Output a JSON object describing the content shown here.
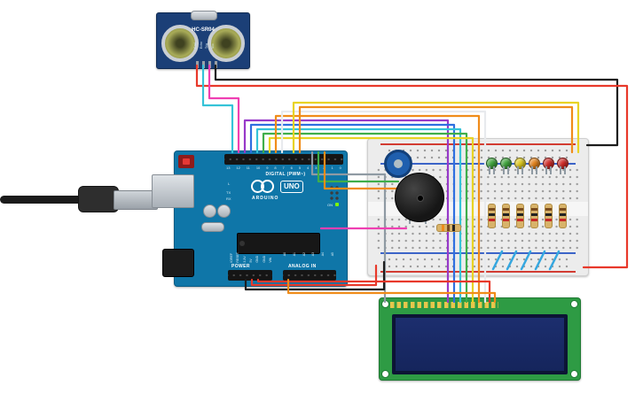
{
  "palette": {
    "red": "#e8392b",
    "black": "#1d1d1d",
    "green": "#3fae4a",
    "yellow": "#e8d324",
    "orange": "#f08c1a",
    "blue": "#2f6fe0",
    "cyan": "#35c3d8",
    "purple": "#9739c9",
    "pink": "#ef3fb2",
    "gray": "#8f9aa3",
    "white_wire": "#e8eaed",
    "lightblue": "#35a7e0"
  },
  "sensor": {
    "label": "HC-SR04",
    "pins": [
      "Gnd",
      "Echo",
      "Trig",
      "Vcc"
    ]
  },
  "arduino": {
    "digital_label": "DIGITAL (PWM~)",
    "brand": "ARDUINO",
    "model": "UNO",
    "power_label": "POWER",
    "analog_label": "ANALOG IN",
    "tx_label": "TX",
    "rx_label": "RX",
    "led_label": "L",
    "on_label": "ON",
    "digital_pins": [
      "13",
      "12",
      "11",
      "10",
      "9",
      "8",
      "7",
      "6",
      "5",
      "4",
      "3",
      "2",
      "1",
      "0"
    ],
    "power_pins": [
      "IOREF",
      "RESET",
      "3.3V",
      "5V",
      "GND",
      "GND",
      "VIN"
    ],
    "analog_pins": [
      "A0",
      "A1",
      "A2",
      "A3",
      "A4",
      "A5"
    ]
  },
  "led_colors": [
    "#3fa33c",
    "#3fa33c",
    "#ddc81f",
    "#e2821d",
    "#cf2b27",
    "#cf2b27"
  ]
}
